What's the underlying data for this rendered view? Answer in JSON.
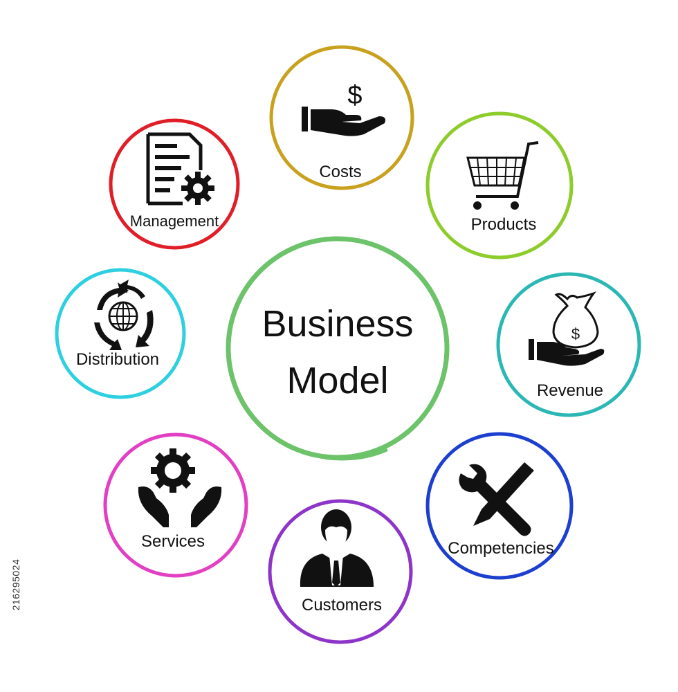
{
  "center": {
    "line1": "Business",
    "line2": "Model",
    "color": "#6cc36a"
  },
  "nodes": {
    "costs": {
      "label": "Costs",
      "color": "#c8a21e"
    },
    "products": {
      "label": "Products",
      "color": "#8dcc2a"
    },
    "revenue": {
      "label": "Revenue",
      "color": "#2bb8b5"
    },
    "competencies": {
      "label": "Competencies",
      "color": "#1d3fcf"
    },
    "customers": {
      "label": "Customers",
      "color": "#8e35c9"
    },
    "services": {
      "label": "Services",
      "color": "#e23fc3"
    },
    "distribution": {
      "label": "Distribution",
      "color": "#2ed0e0"
    },
    "management": {
      "label": "Management",
      "color": "#e01e28"
    }
  },
  "icons": {
    "costs": "hand-dollar-icon",
    "products": "shopping-cart-icon",
    "revenue": "money-bag-hand-icon",
    "competencies": "wrench-pencil-icon",
    "customers": "businessman-icon",
    "services": "gear-hands-icon",
    "distribution": "globe-cycle-icon",
    "management": "document-gear-icon"
  },
  "watermark": {
    "side_id": "216295024"
  }
}
